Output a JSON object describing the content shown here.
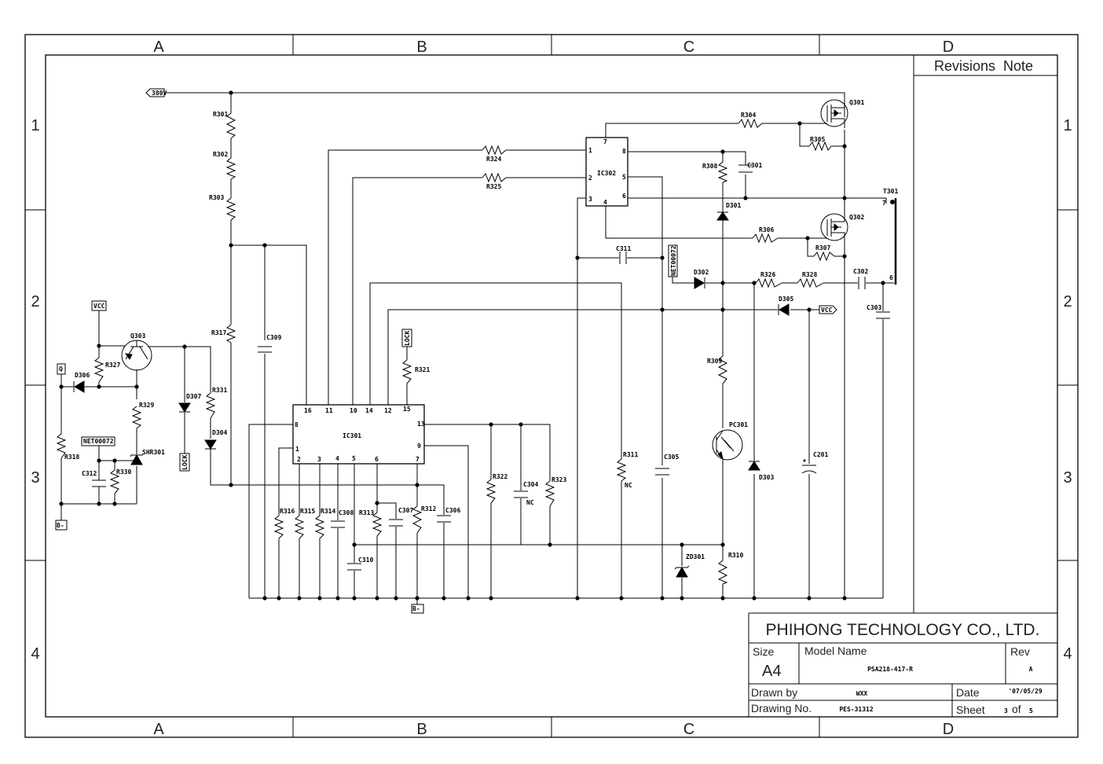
{
  "frame": {
    "columns": [
      "A",
      "B",
      "C",
      "D"
    ],
    "rows": [
      "1",
      "2",
      "3",
      "4"
    ]
  },
  "revisions": {
    "title": "Revisions  Note"
  },
  "title_block": {
    "company": "PHIHONG TECHNOLOGY CO., LTD.",
    "size_label": "Size",
    "size_value": "A4",
    "model_label": "Model Name",
    "model_value": "PSA218-417-R",
    "rev_label": "Rev",
    "rev_value": "A",
    "drawn_label": "Drawn by",
    "drawn_value": "WXX",
    "date_label": "Date",
    "date_value": "'07/05/29",
    "drawing_label": "Drawing No.",
    "drawing_value": "PES-31312",
    "sheet_label": "Sheet",
    "sheet_num": "3",
    "sheet_of": "of",
    "sheet_total": "5"
  },
  "ports": {
    "hv": "380V",
    "vcc_left": "VCC",
    "vcc_right": "VCC",
    "q": "Q",
    "bminus_left": "B-",
    "bminus_bottom": "B-",
    "lock_top": "LOCK",
    "lock_left": "LOCK",
    "net_left": "NET00072",
    "net_right": "NET00072"
  },
  "ic301": {
    "name": "IC301",
    "top_pins": [
      "16",
      "11",
      "10",
      "14",
      "12",
      "15"
    ],
    "bottom_pins": [
      "2",
      "3",
      "4",
      "5",
      "6",
      "7"
    ],
    "left_pins": [
      "8",
      "1"
    ],
    "right_pins": [
      "13",
      "9"
    ]
  },
  "ic302": {
    "name": "IC302",
    "left_pins": [
      "1",
      "2",
      "3"
    ],
    "right_pins": [
      "8",
      "5",
      "6"
    ],
    "top_pin": "7",
    "bottom_pin": "4"
  },
  "components": {
    "resistors": [
      "R301",
      "R302",
      "R303",
      "R317",
      "R304",
      "R305",
      "R306",
      "R307",
      "R308",
      "R309",
      "R310",
      "R311",
      "R312",
      "R313",
      "R314",
      "R315",
      "R316",
      "R318",
      "R321",
      "R322",
      "R323",
      "R324",
      "R325",
      "R326",
      "R327",
      "R328",
      "R329",
      "R330",
      "R331"
    ],
    "capacitors": [
      "C301",
      "C302",
      "C303",
      "C304",
      "C305",
      "C306",
      "C307",
      "C308",
      "C309",
      "C310",
      "C311",
      "C312",
      "C201"
    ],
    "diodes": [
      "D301",
      "D302",
      "D303",
      "D304",
      "D305",
      "D306",
      "D307",
      "ZD301"
    ],
    "transistors": [
      "Q301",
      "Q302",
      "Q303"
    ],
    "others": [
      "SHR301",
      "PC301",
      "T301"
    ],
    "nc_label": "NC",
    "t301_pins": [
      "7",
      "6"
    ]
  },
  "colors": {
    "line": "#000000",
    "frame_text": "#222222"
  }
}
